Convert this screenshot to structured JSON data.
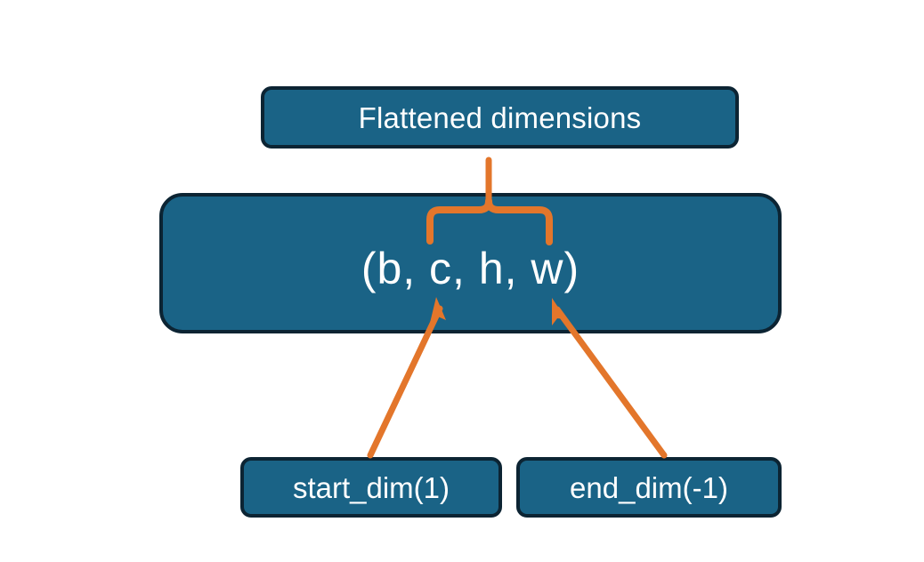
{
  "diagram": {
    "title_box": {
      "label": "Flattened dimensions"
    },
    "tuple_box": {
      "label": "(b, c, h, w)"
    },
    "param_boxes": [
      {
        "label": "start_dim(1)"
      },
      {
        "label": "end_dim(-1)"
      }
    ],
    "connectors": {
      "brace": "curly-brace-up",
      "arrow_left": "arrow-up-right",
      "arrow_right": "arrow-up-left"
    },
    "colors": {
      "box_fill": "#1a6386",
      "box_border": "#0c2433",
      "accent": "#e3762b",
      "text": "#ffffff",
      "background": "#ffffff"
    }
  }
}
